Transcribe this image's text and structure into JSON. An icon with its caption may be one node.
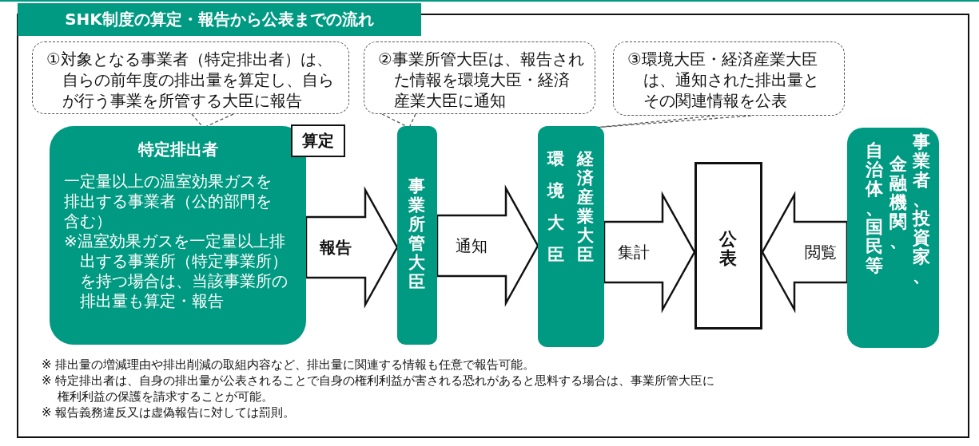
{
  "diagram": {
    "title": "SHK制度の算定・報告から公表までの流れ",
    "nodes": [
      {
        "text": [
          "①対象となる事業者（特定排出者）は、自らの前年度の排出量を算定し、自らが行う事業を所管する大臣に報告"
        ]
      },
      {
        "text": [
          "②事業所管大臣は、報告された情報を環境大臣・経済産業大臣に通知"
        ]
      },
      {
        "text": [
          "③環境大臣・経済産業大臣は、通知された排出量とその関連情報を公表"
        ]
      },
      {
        "text": [
          "特定排出者",
          "一定量以上の温室効果ガスを排出する事業者（公的部門を含む）",
          "※温室効果ガスを一定量以上排出する事業所（特定事業所）を持つ場合は、当該事業所の排出量も算定・報告"
        ]
      },
      {
        "text": [
          "算定"
        ]
      },
      {
        "text": [
          "事業所管大臣"
        ]
      },
      {
        "text": [
          "環境大臣",
          "経済産業大臣"
        ]
      },
      {
        "text": [
          "公表"
        ]
      },
      {
        "text": [
          "自治体、国民等",
          "金融機関、",
          "事業者、投資家、"
        ]
      }
    ],
    "edges": [
      {
        "from": 3,
        "to": 5,
        "arrow": "to",
        "label": "報告"
      },
      {
        "from": 5,
        "to": 6,
        "arrow": "to",
        "label": "通知"
      },
      {
        "from": 6,
        "to": 7,
        "arrow": "to",
        "label": "集計"
      },
      {
        "from": 8,
        "to": 7,
        "arrow": "to",
        "label": "閲覧"
      },
      {
        "from": 0,
        "to": 3,
        "arrow": "none",
        "style": "dashed"
      },
      {
        "from": 1,
        "to": 5,
        "arrow": "none",
        "style": "dashed"
      },
      {
        "from": 2,
        "to": 6,
        "arrow": "none",
        "style": "dashed"
      }
    ],
    "labels": [
      "※ 排出量の増減理由や排出削減の取組内容など、排出量に関連する情報も任意で報告可能。",
      "※ 特定排出者は、自身の排出量が公表されることで自身の権利利益が害される恐れがあると思料する場合は、事業所管大臣に権利利益の保護を請求することが可能。",
      "※ 報告義務違反又は虚偽報告に対しては罰則。"
    ]
  }
}
